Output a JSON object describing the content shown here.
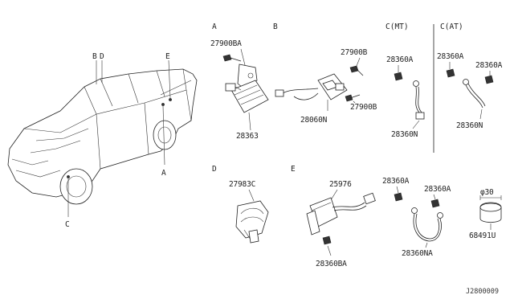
{
  "car": {
    "callouts": [
      "B",
      "D",
      "E",
      "A",
      "C"
    ]
  },
  "sections": {
    "A": {
      "letter": "A",
      "parts": [
        "27900BA",
        "28363"
      ]
    },
    "B": {
      "letter": "B",
      "parts": [
        "27900B",
        "27900B",
        "28060N"
      ]
    },
    "C_MT": {
      "letter": "C(MT)",
      "parts": [
        "28360A",
        "28360N"
      ]
    },
    "C_AT": {
      "letter": "C(AT)",
      "parts": [
        "28360A",
        "28360A",
        "28360N"
      ]
    },
    "D": {
      "letter": "D",
      "parts": [
        "27983C"
      ]
    },
    "E": {
      "letter": "E",
      "parts": [
        "25976",
        "28360BA"
      ]
    },
    "F": {
      "parts": [
        "28360A",
        "28360A",
        "28360NA"
      ]
    },
    "G": {
      "dimension": "φ30",
      "parts": [
        "68491U"
      ]
    }
  },
  "reference_code": "J2800009"
}
